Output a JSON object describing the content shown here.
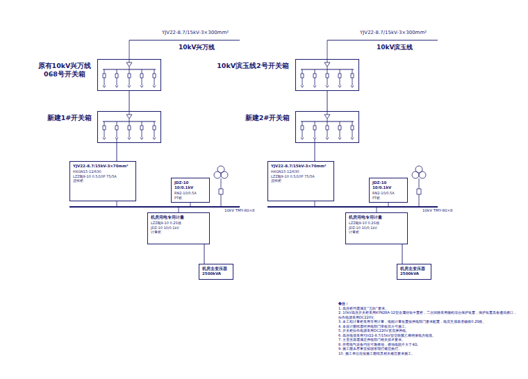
{
  "diagram": {
    "nodes": [
      {
        "text": [
          "原有10kV兴万线068号开关箱"
        ]
      },
      {
        "text": [
          "新建1#开关箱"
        ]
      },
      {
        "text": [
          "YJV22-8.7/15kV-3×70mm²",
          "HXGN15-12/630",
          "LZZBJ9-10 0.5/10P 75/5A",
          "进线柜"
        ]
      },
      {
        "text": [
          "JDZ-10 10/0.1kV",
          "RN2-10/0.5A",
          "PT柜"
        ]
      },
      {
        "text": [
          "机房用电专用计量",
          "LZZBJ9-10 0.2S级",
          "JDZ-10 10/0.1kV",
          "计量柜"
        ]
      },
      {
        "text": [
          "机房主变压器 2500kVA"
        ]
      },
      {
        "text": [
          "10kV滨玉线2号开关箱"
        ]
      },
      {
        "text": [
          "新建2#开关箱"
        ]
      },
      {
        "text": [
          "YJV22-8.7/15kV-3×70mm²",
          "HXGN15-12/630",
          "LZZBJ9-10 0.5/10P 75/5A",
          "进线柜"
        ]
      },
      {
        "text": [
          "JDZ-10 10/0.1kV",
          "RN2-10/0.5A",
          "PT柜"
        ]
      },
      {
        "text": [
          "机房用电专用计量",
          "LZZBJ9-10 0.2S级",
          "JDZ-10 10/0.1kV",
          "计量柜"
        ]
      },
      {
        "text": [
          "机房主变压器 2500kVA"
        ]
      }
    ],
    "edges": [
      {
        "from": 0,
        "to": 1,
        "arrow": "none"
      },
      {
        "from": 1,
        "to": 2,
        "arrow": "none"
      },
      {
        "from": 4,
        "to": 5,
        "arrow": "none"
      },
      {
        "from": 6,
        "to": 7,
        "arrow": "none"
      },
      {
        "from": 7,
        "to": 8,
        "arrow": "none"
      },
      {
        "from": 10,
        "to": 11,
        "arrow": "none"
      }
    ],
    "labels": [
      "YJV22-8.7/15kV-3×300mm²",
      "10kV兴万线",
      "10kV TMY-80×8",
      "YJV22-8.7/15kV-3×300mm²",
      "10kV滨玉线",
      "10kV TMY-80×8",
      "备注：",
      "1. 高压柜均需满足“五防”要求。",
      "2. 10kV高压开关柜采用KYN28A-12型金属铠装中置柜，二次回路采用微机综合保护装置，保护装置具备通讯接口，操作电源采用DC220V。",
      "3. 本工程计量柜采用专用计量，电能计量装置按供电部门要求配置，电流互感器准确级0.2S级。",
      "4. 本设计图纸需经供电部门审核后方可施工。",
      "5. 开关柜操作电源采用DC220V直流屏供电。",
      "6. 高压电缆采用YJV22-8.7/15kV型交联聚乙烯绝缘电力电缆。",
      "7. 主变压器需满足供电部门相关技术要求。",
      "8. 所有电气设备均应可靠接地，接地电阻不大于4Ω。",
      "9. 施工图未尽事宜按国家现行规范执行。",
      "10. 施工单位应按施工图纸及相关规范要求施工。"
    ]
  }
}
